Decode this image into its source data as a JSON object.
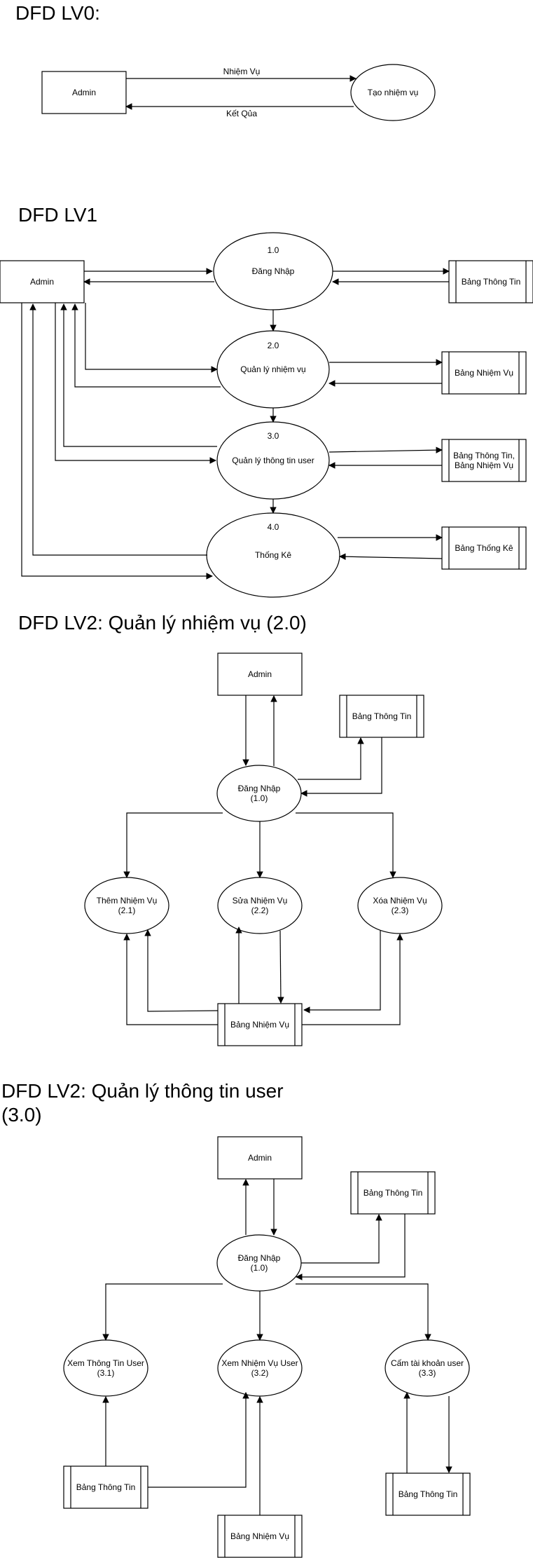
{
  "sections": {
    "lv0": {
      "heading": "DFD LV0:",
      "admin": "Admin",
      "process": "Tạo nhiệm vụ",
      "flow_in": "Nhiệm Vụ",
      "flow_out": "Kết Qủa"
    },
    "lv1": {
      "heading": "DFD LV1",
      "admin": "Admin",
      "processes": [
        {
          "num": "1.0",
          "name": "Đăng Nhập"
        },
        {
          "num": "2.0",
          "name": "Quản lý nhiệm vụ"
        },
        {
          "num": "3.0",
          "name": "Quản lý thông tin user"
        },
        {
          "num": "4.0",
          "name": "Thống Kê"
        }
      ],
      "stores": [
        {
          "line1": "Bảng Thông Tin",
          "line2": ""
        },
        {
          "line1": "Bảng Nhiệm Vụ",
          "line2": ""
        },
        {
          "line1": "Bảng Thông Tin,",
          "line2": "Bảng Nhiệm Vụ"
        },
        {
          "line1": "Bảng Thống Kê",
          "line2": ""
        }
      ]
    },
    "lv2_tasks": {
      "heading": "DFD LV2: Quản lý nhiệm vụ (2.0)",
      "admin": "Admin",
      "store_info": "Bảng Thông Tin",
      "login_name": "Đăng Nhập",
      "login_num": "(1.0)",
      "processes": [
        {
          "name": "Thêm Nhiệm Vụ",
          "num": "(2.1)"
        },
        {
          "name": "Sửa Nhiệm Vụ",
          "num": "(2.2)"
        },
        {
          "name": "Xóa Nhiệm Vụ",
          "num": "(2.3)"
        }
      ],
      "store_tasks": "Bảng Nhiệm Vụ"
    },
    "lv2_users": {
      "heading_line1": "DFD LV2: Quản lý thông tin user",
      "heading_line2": "(3.0)",
      "admin": "Admin",
      "store_info": "Bảng Thông Tin",
      "login_name": "Đăng Nhập",
      "login_num": "(1.0)",
      "processes": [
        {
          "name": "Xem Thông Tin User",
          "num": "(3.1)"
        },
        {
          "name": "Xem Nhiệm Vụ User",
          "num": "(3.2)"
        },
        {
          "name": "Cấm tài khoản user",
          "num": "(3.3)"
        }
      ],
      "store_info_left": "Bảng Thông Tin",
      "store_tasks": "Bảng Nhiệm Vụ",
      "store_info_right": "Bảng Thông Tin"
    }
  }
}
